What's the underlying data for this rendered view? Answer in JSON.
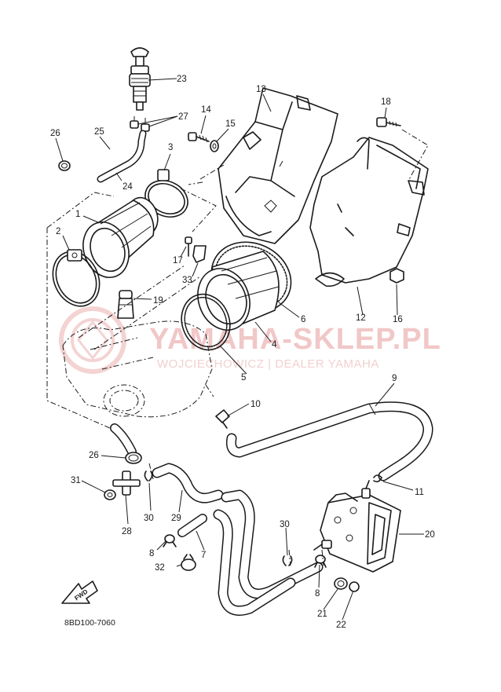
{
  "diagram_code": "8BD100-7060",
  "direction_arrow_label": "FWD",
  "watermark": {
    "brand": "YAMAHA-SKLEP.PL",
    "dealer": "WOJCIECHOWICZ | DEALER YAMAHA"
  },
  "callouts": [
    {
      "id": "c1",
      "text": "1"
    },
    {
      "id": "c2",
      "text": "2"
    },
    {
      "id": "c3",
      "text": "3"
    },
    {
      "id": "c4",
      "text": "4"
    },
    {
      "id": "c5",
      "text": "5"
    },
    {
      "id": "c6",
      "text": "6"
    },
    {
      "id": "c7",
      "text": "7"
    },
    {
      "id": "c8a",
      "text": "8"
    },
    {
      "id": "c8b",
      "text": "8"
    },
    {
      "id": "c9",
      "text": "9"
    },
    {
      "id": "c10",
      "text": "10"
    },
    {
      "id": "c11",
      "text": "11"
    },
    {
      "id": "c12",
      "text": "12"
    },
    {
      "id": "c13",
      "text": "13"
    },
    {
      "id": "c14",
      "text": "14"
    },
    {
      "id": "c15",
      "text": "15"
    },
    {
      "id": "c16",
      "text": "16"
    },
    {
      "id": "c17",
      "text": "17"
    },
    {
      "id": "c18",
      "text": "18"
    },
    {
      "id": "c19",
      "text": "19"
    },
    {
      "id": "c20",
      "text": "20"
    },
    {
      "id": "c21",
      "text": "21"
    },
    {
      "id": "c22",
      "text": "22"
    },
    {
      "id": "c23",
      "text": "23"
    },
    {
      "id": "c24",
      "text": "24"
    },
    {
      "id": "c25",
      "text": "25"
    },
    {
      "id": "c26a",
      "text": "26"
    },
    {
      "id": "c26b",
      "text": "26"
    },
    {
      "id": "c27",
      "text": "27"
    },
    {
      "id": "c28",
      "text": "28"
    },
    {
      "id": "c29",
      "text": "29"
    },
    {
      "id": "c30a",
      "text": "30"
    },
    {
      "id": "c30b",
      "text": "30"
    },
    {
      "id": "c31",
      "text": "31"
    },
    {
      "id": "c32",
      "text": "32"
    },
    {
      "id": "c33",
      "text": "33"
    }
  ],
  "colors": {
    "line": "#1a1a1a",
    "watermark": "#f1c7c7",
    "background": "#ffffff"
  }
}
